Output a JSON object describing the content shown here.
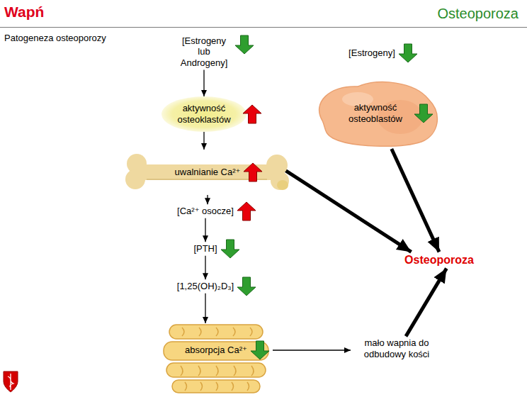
{
  "diagram": {
    "title": "Wapń",
    "nodes": [
      {
        "text": [
          "[Estrogeny lub Androgeny]"
        ]
      },
      {
        "text": [
          "aktywność osteoklastów"
        ]
      },
      {
        "text": [
          "uwalnianie Ca²⁺"
        ]
      },
      {
        "text": [
          "[Ca²⁺ osocze]"
        ]
      },
      {
        "text": [
          "[PTH]"
        ]
      },
      {
        "text": [
          "[1,25(OH)₂D₃]"
        ]
      },
      {
        "text": [
          "absorpcja Ca²⁺"
        ]
      },
      {
        "text": [
          "[Estrogeny]"
        ]
      },
      {
        "text": [
          "aktywność osteoblastów"
        ]
      },
      {
        "text": [
          "Osteoporoza"
        ]
      },
      {
        "text": [
          "mało wapnia do odbudowy kości"
        ]
      }
    ],
    "edges": [
      {
        "from": 0,
        "to": 1,
        "arrow": "to"
      },
      {
        "from": 1,
        "to": 2,
        "arrow": "to"
      },
      {
        "from": 2,
        "to": 3,
        "arrow": "to"
      },
      {
        "from": 3,
        "to": 4,
        "arrow": "to"
      },
      {
        "from": 4,
        "to": 5,
        "arrow": "to"
      },
      {
        "from": 5,
        "to": 6,
        "arrow": "to"
      },
      {
        "from": 6,
        "to": 10,
        "arrow": "to"
      },
      {
        "from": 2,
        "to": 9,
        "arrow": "to"
      },
      {
        "from": 8,
        "to": 9,
        "arrow": "to"
      },
      {
        "from": 10,
        "to": 9,
        "arrow": "to"
      }
    ],
    "labels": [
      "Osteoporoza",
      "Patogeneza osteoporozy"
    ]
  }
}
